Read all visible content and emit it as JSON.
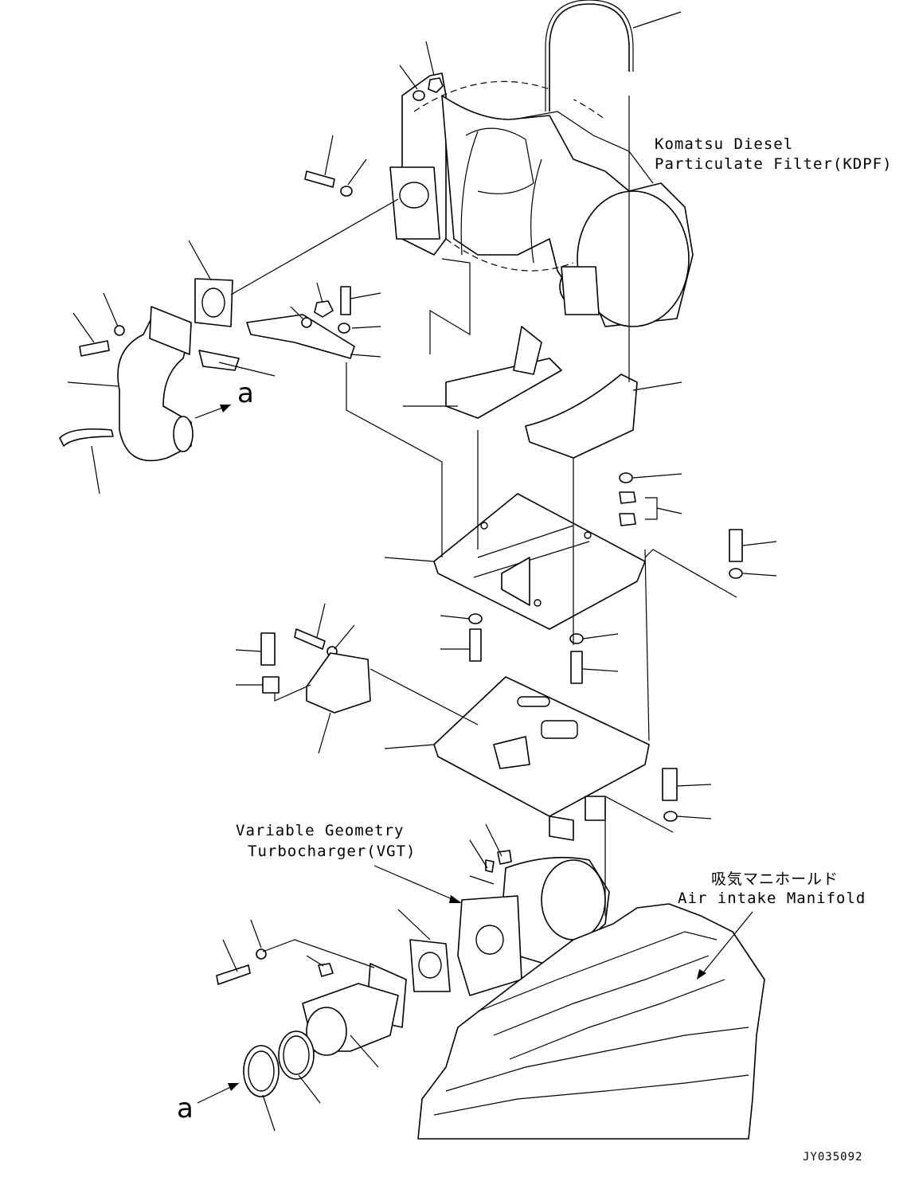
{
  "labels": {
    "kdpf_line1": "Komatsu Diesel",
    "kdpf_line2": "Particulate Filter(KDPF)",
    "vgt_line1": "Variable Geometry",
    "vgt_line2": "Turbocharger(VGT)",
    "manifold_jp": "吸気マニホールド",
    "manifold_en": "Air intake Manifold",
    "view_a_top": "a",
    "view_a_bottom": "a",
    "drawing_id": "JY035092"
  }
}
